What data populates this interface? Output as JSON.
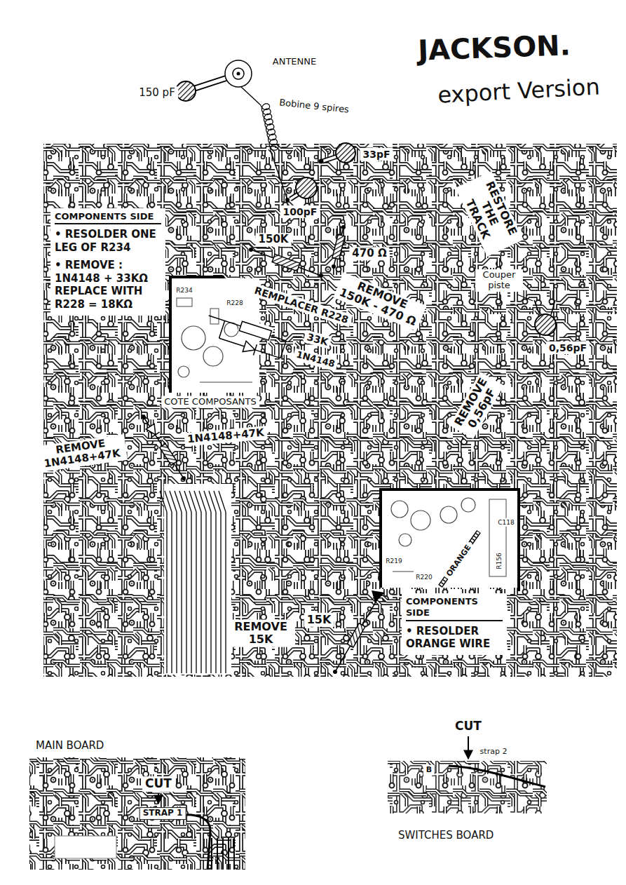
{
  "diagram": {
    "title": "JACKSON.",
    "nodes": [
      {
        "text": [
          "COMPONENTS SIDE",
          "• RESOLDER ONE LEG OF R234",
          "• REMOVE : 1N4148 + 33KΩ REPLACE WITH R228 = 18KΩ"
        ]
      },
      {
        "text": [
          "COMPONENTS SIDE",
          "• RESOLDER ORANGE WIRE"
        ]
      },
      {
        "text": [
          "MAIN BOARD"
        ]
      },
      {
        "text": [
          "SWITCHES BOARD"
        ]
      }
    ],
    "labels": [
      "export Version",
      "ANTENNE",
      "150 pF",
      "Bobine 9 spires",
      "33pF",
      "100pF",
      "150K",
      "470 Ω",
      "RESTORE THE TRACK",
      "Couper piste",
      "REMOVE 150K - 470 Ω",
      "0,56pF",
      "REMPLACER R228",
      "33K",
      "1N4148",
      "COTE COMPOSANTS",
      "1N4148+47K",
      "REMOVE 1N4148+47K",
      "REMOVE 0,56pF",
      "ORANGE",
      "15K",
      "REMOVE 15K",
      "CUT",
      "STRAP 1",
      "CUT",
      "strap 2",
      "B",
      "R234",
      "R228",
      "R219",
      "R220",
      "R156",
      "C118"
    ]
  }
}
